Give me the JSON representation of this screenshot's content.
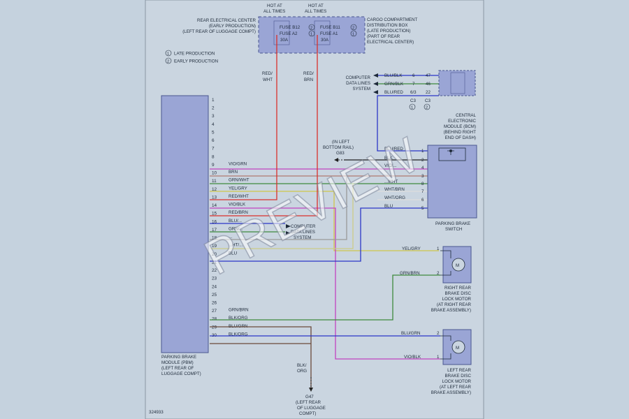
{
  "colors": {
    "background": "#c5d2de",
    "sheet": "#cad5e0",
    "module_fill": "#9aa5d5",
    "wire_red": "#d9302c",
    "wire_violet": "#c044c0",
    "wire_green": "#3e8a3c",
    "wire_yellow": "#cfc64a",
    "wire_blue": "#2a36c8",
    "wire_black": "#222222",
    "wire_gray": "#9a9a9a"
  },
  "fuse_box": {
    "hot_left": [
      "HOT AT",
      "ALL TIMES"
    ],
    "hot_right": [
      "HOT AT",
      "ALL TIMES"
    ],
    "rear_center": [
      "REAR ELECTRICAL CENTER",
      "(EARLY PRODUCTION)",
      "(LEFT REAR OF LUGGAGE COMPT)"
    ],
    "cargo_box": [
      "CARGO COMPARTMENT",
      "DISTRIBUTION BOX",
      "(LATE PRODUCTION)",
      "(PART OF REAR",
      "ELECTRICAL CENTER)"
    ],
    "fuse_left": [
      "FUSE B12",
      "FUSE A2",
      "30A"
    ],
    "fuse_right": [
      "FUSE B11",
      "FUSE A1",
      "30A"
    ],
    "circ_left": [
      "2",
      "1"
    ],
    "circ_right": [
      "2",
      "1"
    ]
  },
  "legend": [
    {
      "num": "1",
      "text": "LATE PRODUCTION"
    },
    {
      "num": "2",
      "text": "EARLY PRODUCTION"
    }
  ],
  "wire_top": {
    "left": [
      "RED/",
      "WHT"
    ],
    "right": [
      "RED/",
      "BRN"
    ]
  },
  "pbm": {
    "label": [
      "PARKING BRAKE",
      "MODULE (PBM)",
      "(LEFT REAR OF",
      "LUGGAGE COMPT)"
    ],
    "pins": [
      "1",
      "2",
      "3",
      "4",
      "5",
      "6",
      "7",
      "8",
      "9",
      "10",
      "11",
      "12",
      "13",
      "14",
      "15",
      "16",
      "17",
      "18",
      "19",
      "20",
      "21",
      "22",
      "23",
      "24",
      "25",
      "26",
      "27",
      "28",
      "29",
      "30"
    ],
    "wire_labels": [
      {
        "pin": "9",
        "text": "VIO/GRN"
      },
      {
        "pin": "10",
        "text": "BRN"
      },
      {
        "pin": "11",
        "text": "GRN/WHT"
      },
      {
        "pin": "12",
        "text": "YEL/GRY"
      },
      {
        "pin": "13",
        "text": "RED/WHT"
      },
      {
        "pin": "14",
        "text": "VIO/BLK"
      },
      {
        "pin": "15",
        "text": "RED/BRN"
      },
      {
        "pin": "16",
        "text": "BLU/..."
      },
      {
        "pin": "17",
        "text": "GRN/..."
      },
      {
        "pin": "18",
        "text": "..."
      },
      {
        "pin": "19",
        "text": "...HT/..."
      },
      {
        "pin": "20",
        "text": "BLU"
      },
      {
        "pin": "27",
        "text": "GRN/BRN"
      },
      {
        "pin": "28",
        "text": "BLK/ORG"
      },
      {
        "pin": "29",
        "text": "BLU/GRN"
      },
      {
        "pin": "30",
        "text": "BLK/ORG"
      }
    ]
  },
  "computer_data_mid": [
    "COMPUTER",
    "DATA LINES",
    "SYSTEM"
  ],
  "computer_data_top": [
    "COMPUTER",
    "DATA LINES",
    "SYSTEM"
  ],
  "bcm": {
    "label": [
      "CENTRAL",
      "ELECTRONIC",
      "MODULE (BCM)",
      "(BEHIND RIGHT",
      "END OF DASH)"
    ],
    "wires": [
      {
        "text": "BLU/BLK",
        "a": "6",
        "b": "47"
      },
      {
        "text": "GRN/BLK",
        "a": "7",
        "b": "46"
      },
      {
        "text": "BLU/RED",
        "a": "6/3",
        "b": "22"
      }
    ],
    "connectors": [
      {
        "name": "C3",
        "num": "1"
      },
      {
        "name": "C3",
        "num": "2"
      }
    ]
  },
  "ground_g83": [
    "(IN LEFT",
    "BOTTOM RAIL)",
    "G83"
  ],
  "brake_switch": {
    "label": [
      "PARKING BRAKE",
      "SWITCH"
    ],
    "pins": [
      "1",
      "2",
      "4",
      "3",
      "8",
      "7",
      "6",
      "5"
    ],
    "wires": [
      "BLU/RED",
      "BLK",
      "VIO/...",
      "...",
      "...WHT",
      "WHT/BRN",
      "WHT/ORG",
      "BLU"
    ]
  },
  "right_motor": {
    "label": [
      "RIGHT REAR",
      "BRAKE DISC",
      "LOCK MOTOR",
      "(AT RIGHT REAR",
      "BRAKE ASSEMBLY)"
    ],
    "wires": [
      {
        "text": "YEL/GRY",
        "pin": "1"
      },
      {
        "text": "GRN/BRN",
        "pin": "2"
      }
    ]
  },
  "left_motor": {
    "label": [
      "LEFT REAR",
      "BRAKE DISC",
      "LOCK MOTOR",
      "(AT LEFT REAR",
      "BRAKE ASSEMBLY)"
    ],
    "wires": [
      {
        "text": "BLU/GRN",
        "pin": "2"
      },
      {
        "text": "VIO/BLK",
        "pin": "1"
      }
    ]
  },
  "motor_symbol": "M",
  "ground_g47": {
    "wire": [
      "BLK/",
      "ORG"
    ],
    "label": [
      "G47",
      "(LEFT REAR",
      "OF LUGGAGE",
      "COMPT)"
    ]
  },
  "figure_id": "324933",
  "watermark": "PREVIEW"
}
